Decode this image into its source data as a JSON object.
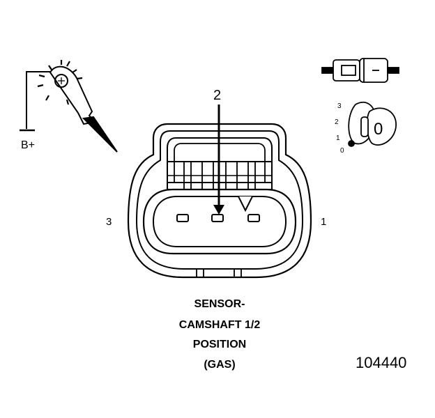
{
  "probe": {
    "label": "B+"
  },
  "connector": {
    "pin_left": "3",
    "pin_right": "1",
    "pin_center": "2"
  },
  "caption": {
    "line1": "SENSOR-",
    "line2": "CAMSHAFT 1/2",
    "line3": "POSITION",
    "line4": "(GAS)"
  },
  "figure_number": "104440",
  "lock_icon": {
    "positions": [
      "3",
      "2",
      "1",
      "0"
    ],
    "current": "0"
  }
}
